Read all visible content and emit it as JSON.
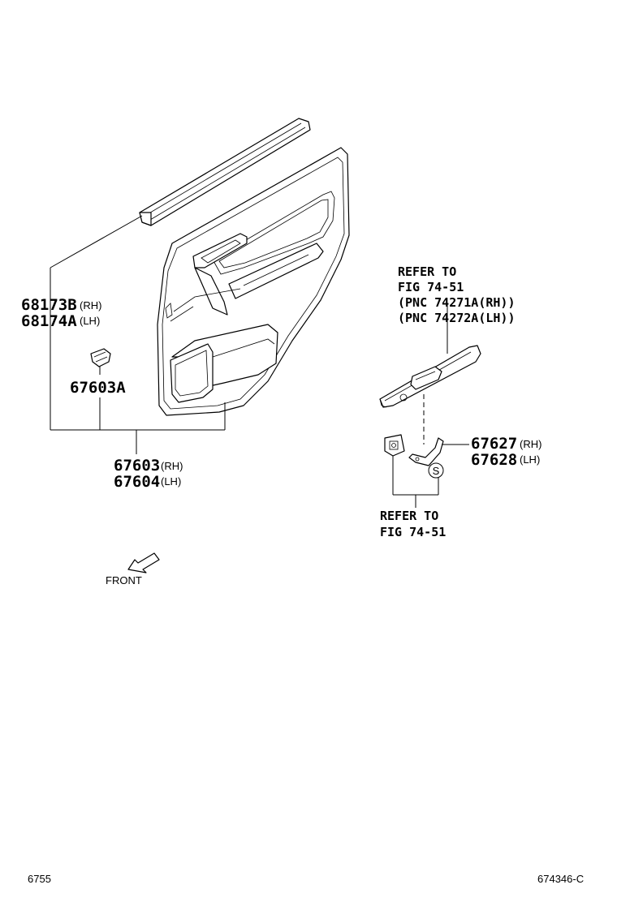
{
  "labels": {
    "weatherstrip_rh": "68173B",
    "weatherstrip_rh_side": "(RH)",
    "weatherstrip_lh": "68174A",
    "weatherstrip_lh_side": "(LH)",
    "clip": "67603A",
    "board_rh": "67603",
    "board_rh_side": "(RH)",
    "board_lh": "67604",
    "board_lh_side": "(LH)",
    "bracket_rh": "67627",
    "bracket_rh_side": "(RH)",
    "bracket_lh": "67628",
    "bracket_lh_side": "(LH)",
    "front": "FRONT",
    "s_marker": "S"
  },
  "refer_switch": {
    "line1": "REFER TO",
    "line2": "FIG 74-51",
    "line3": "(PNC 74271A(RH))",
    "line4": "(PNC 74272A(LH))"
  },
  "refer_lower": {
    "line1": "REFER TO",
    "line2": "FIG 74-51"
  },
  "footer": {
    "page": "6755",
    "code": "674346-C"
  }
}
